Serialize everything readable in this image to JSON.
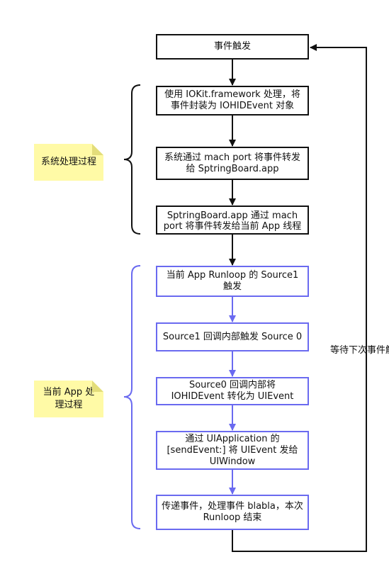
{
  "flow": {
    "trigger": "事件触发",
    "system_steps": [
      "使用 IOKit.framework 处理，将事件封装为 IOHIDEvent 对象",
      "系统通过 mach port 将事件转发给 SptringBoard.app",
      "SptringBoard.app 通过 mach port 将事件转发给当前 App 线程"
    ],
    "app_steps": [
      "当前 App Runloop 的 Source1 触发",
      "Source1 回调内部触发 Source 0",
      "Source0 回调内部将 IOHIDEvent 转化为 UIEvent",
      "通过 UIApplication 的 [sendEvent:] 将 UIEvent 发给 UIWindow",
      "传递事件，处理事件 blabla，本次 Runloop 结束"
    ],
    "loop_label": "等待下次事件触发"
  },
  "notes": {
    "system": "系统处理过程",
    "app": "当前 App 处理过程"
  },
  "colors": {
    "black_line": "#111111",
    "blue_line": "#6a6af0",
    "note_fill": "#fffaa6",
    "note_fold": "#e3dd7a"
  }
}
